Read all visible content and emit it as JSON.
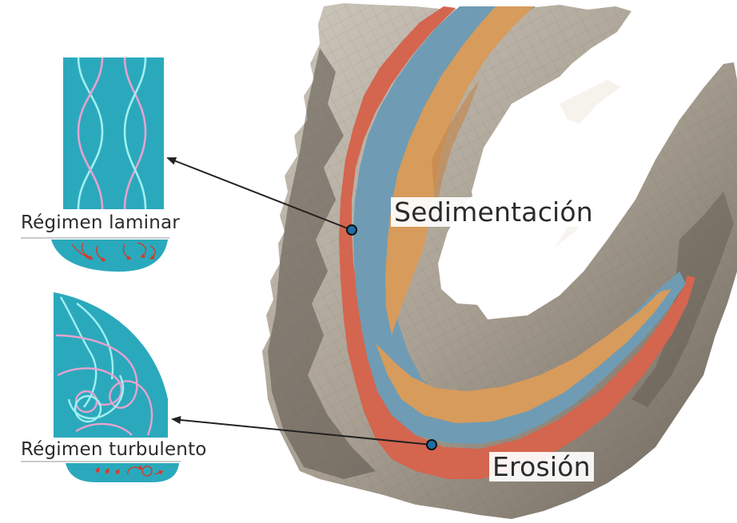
{
  "labels": {
    "laminar": "Régimen laminar",
    "turbulent": "Régimen turbulento",
    "sedimentation": "Sedimentación",
    "erosion": "Erosión"
  },
  "colors": {
    "water_panel": "#2ba9bc",
    "river": "#6f9cb4",
    "sediment": "#d79b5c",
    "erosion": "#d4654f",
    "terrain": "#a89f93",
    "arrow": "#222222",
    "streamline_pink": "#e7a2cf",
    "streamline_cyan": "#9ff0f2",
    "eddy_arrows": "#d23b2e"
  },
  "icons": [
    "arrow-pointer-icon",
    "marker-dot-icon",
    "eddy-arrows-icon"
  ]
}
